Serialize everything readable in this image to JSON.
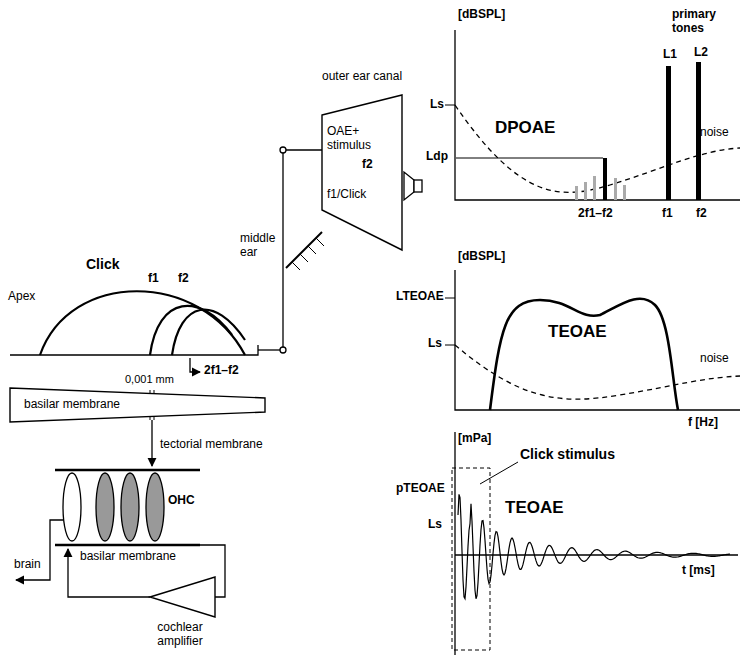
{
  "diagram": {
    "nodes": [
      {
        "text": [
          "basilar membrane"
        ]
      },
      {
        "text": [
          "outer ear canal",
          "OAE+ stimulus",
          "f2",
          "f1/Click"
        ]
      },
      {
        "text": [
          "cochlear amplifier"
        ]
      }
    ],
    "labels": [
      "[dBSPL]",
      "primary tones",
      "L1",
      "L2",
      "Ls",
      "DPOAE",
      "Ldp",
      "noise",
      "2f1–f2",
      "f1",
      "f2",
      "[dBSPL]",
      "LTEOAE",
      "TEOAE",
      "Ls",
      "noise",
      "f [Hz]",
      "[mPa]",
      "Click stimulus",
      "pTEOAE",
      "Ls",
      "TEOAE",
      "t [ms]",
      "middle ear",
      "Apex",
      "Click",
      "f1",
      "f2",
      "2f1–f2",
      "0,001 mm",
      "tectorial membrane",
      "OHC",
      "basilar membrane",
      "brain"
    ]
  }
}
